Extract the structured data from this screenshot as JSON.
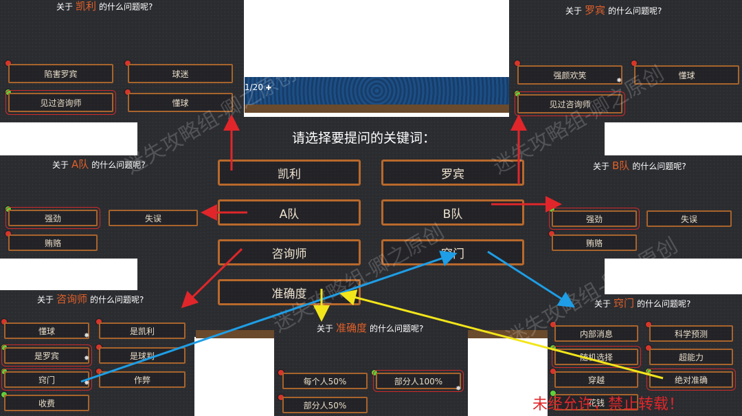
{
  "prompt": "请选择要提问的关键词：",
  "counter": "1/20",
  "keywords": [
    "凯利",
    "罗宾",
    "A队",
    "B队",
    "咨询师",
    "窍门",
    "准确度"
  ],
  "title_prefix": "关于",
  "title_suffix": "的什么问题呢?",
  "panels": {
    "kaili": {
      "keyword": "凯利",
      "options": [
        "陷害罗宾",
        "球迷",
        "见过咨询师",
        "懂球"
      ]
    },
    "luobin": {
      "keyword": "罗宾",
      "options": [
        "强颜欢笑",
        "懂球",
        "见过咨询师"
      ]
    },
    "a": {
      "keyword": "A队",
      "options": [
        "强劲",
        "失误",
        "贿赂"
      ]
    },
    "b": {
      "keyword": "B队",
      "options": [
        "强劲",
        "失误",
        "贿赂"
      ]
    },
    "zixun": {
      "keyword": "咨询师",
      "options": [
        "懂球",
        "是凯利",
        "是罗宾",
        "是球判",
        "窍门",
        "作弊",
        "收费"
      ]
    },
    "zhunque": {
      "keyword": "准确度",
      "options": [
        "每个人50%",
        "部分人100%",
        "部分人50%"
      ]
    },
    "qiaomen": {
      "keyword": "窍门",
      "options": [
        "内部消息",
        "科学预测",
        "随机选择",
        "超能力",
        "穿越",
        "绝对准确",
        "花钱"
      ]
    }
  },
  "watermark": "迷失攻略组-卿之原创",
  "notice": "未经允许，禁止转载！",
  "colors": {
    "keyword": "#e0602a",
    "red_arrow": "#e0262a",
    "blue_arrow": "#1e9ee6",
    "yellow_arrow": "#f2e51a"
  }
}
